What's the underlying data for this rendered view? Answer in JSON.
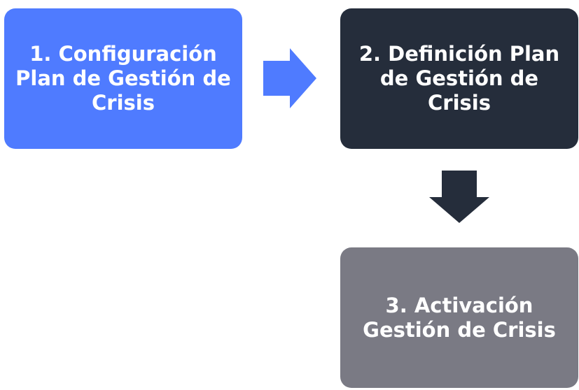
{
  "steps": [
    {
      "label": "1. Configuración Plan de Gestión de Crisis",
      "color": "#4f7bff"
    },
    {
      "label": "2. Definición Plan de Gestión de Crisis",
      "color": "#252d3b"
    },
    {
      "label": "3. Activación Gestión de Crisis",
      "color": "#7a7a84"
    }
  ],
  "arrows": [
    {
      "name": "right-arrow-icon",
      "color": "#4f7bff"
    },
    {
      "name": "down-arrow-icon",
      "color": "#252d3b"
    }
  ]
}
